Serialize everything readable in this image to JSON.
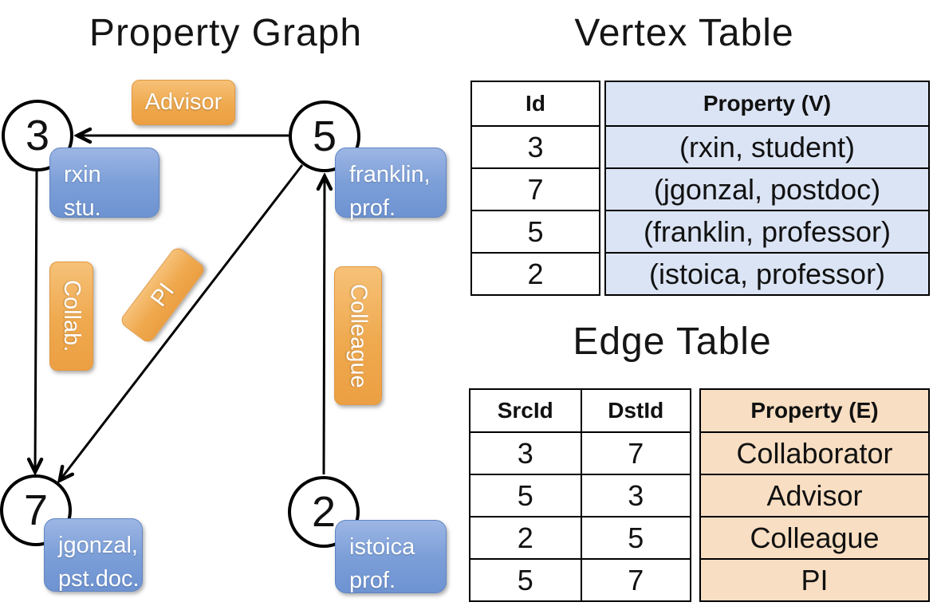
{
  "graph": {
    "title": "Property Graph",
    "nodes": [
      {
        "id": "3",
        "property_line1": "rxin",
        "property_line2": "stu."
      },
      {
        "id": "5",
        "property_line1": "franklin,",
        "property_line2": "prof."
      },
      {
        "id": "7",
        "property_line1": "jgonzal,",
        "property_line2": "pst.doc."
      },
      {
        "id": "2",
        "property_line1": "istoica",
        "property_line2": "prof."
      }
    ],
    "edge_labels": {
      "advisor": "Advisor",
      "collab": "Collab.",
      "pi": "PI",
      "colleague": "Colleague"
    }
  },
  "vertex_table": {
    "title": "Vertex Table",
    "headers": {
      "id": "Id",
      "property": "Property (V)"
    },
    "rows": [
      {
        "id": "3",
        "property": "(rxin, student)"
      },
      {
        "id": "7",
        "property": "(jgonzal, postdoc)"
      },
      {
        "id": "5",
        "property": "(franklin, professor)"
      },
      {
        "id": "2",
        "property": "(istoica, professor)"
      }
    ]
  },
  "edge_table": {
    "title": "Edge Table",
    "headers": {
      "src": "SrcId",
      "dst": "DstId",
      "property": "Property (E)"
    },
    "rows": [
      {
        "src": "3",
        "dst": "7",
        "property": "Collaborator"
      },
      {
        "src": "5",
        "dst": "3",
        "property": "Advisor"
      },
      {
        "src": "2",
        "dst": "5",
        "property": "Colleague"
      },
      {
        "src": "5",
        "dst": "7",
        "property": "PI"
      }
    ]
  },
  "colors": {
    "edge_label_orange": "#efa94e",
    "vertex_label_blue": "#7c9fd8",
    "vertex_table_cell_blue": "#dbe4f4",
    "edge_table_cell_orange": "#f8dec2",
    "line_black": "#000000"
  }
}
